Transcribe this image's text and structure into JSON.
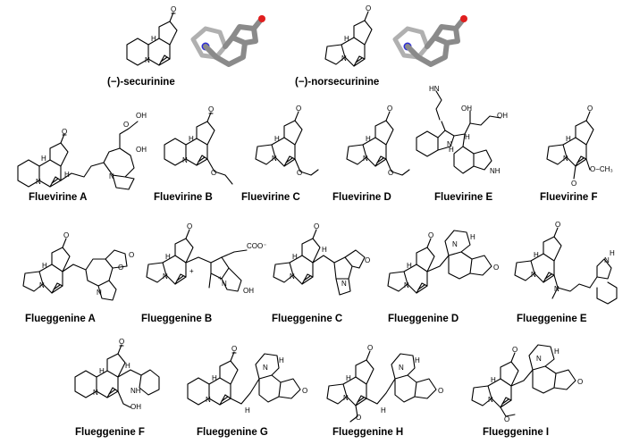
{
  "colors": {
    "nitrogen": "#2d2dd6",
    "oxygen": "#e01e1e",
    "carbon": "#8a8a8a"
  },
  "compounds": {
    "securinine": "(−)-securinine",
    "norsecurinine": "(−)-norsecurinine",
    "fluevirine_a": "Fluevirine A",
    "fluevirine_b": "Fluevirine  B",
    "fluevirine_c": "Fluevirine  C",
    "fluevirine_d": "Fluevirine  D",
    "fluevirine_e": "Fluevirine  E",
    "fluevirine_f": "Fluevirine F",
    "flueggenine_a": "Flueggenine A",
    "flueggenine_b": "Flueggenine B",
    "flueggenine_c": "Flueggenine C",
    "flueggenine_d": "Flueggenine D",
    "flueggenine_e": "Flueggenine E",
    "flueggenine_f": "Flueggenine F",
    "flueggenine_g": "Flueggenine G",
    "flueggenine_h": "Flueggenine H",
    "flueggenine_i": "Flueggenine I"
  },
  "atoms": {
    "o": "O",
    "n": "N",
    "h": "H",
    "oh": "OH",
    "nh": "NH",
    "hn": "HN",
    "carboxyl": "OH",
    "carboxylate": "COO⁻",
    "plus": "+",
    "methoxy": "O",
    "och3": "O−CH₃"
  }
}
